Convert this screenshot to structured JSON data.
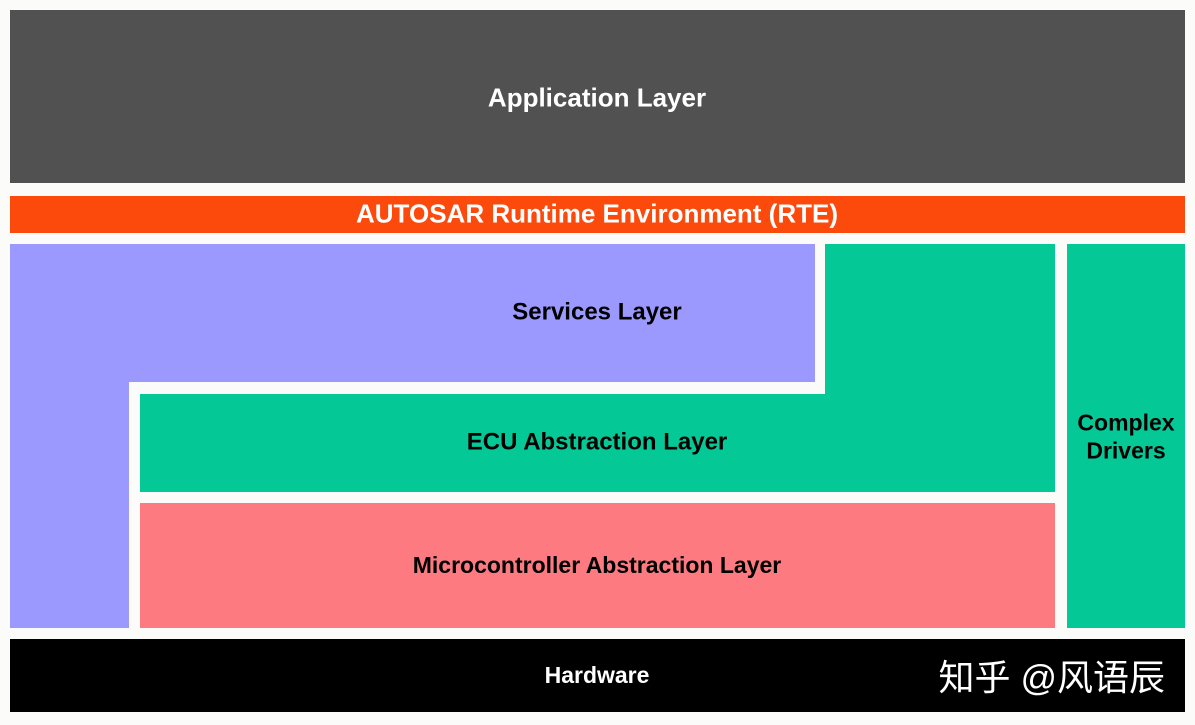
{
  "diagram": {
    "layers": {
      "application": {
        "label": "Application Layer",
        "bg": "#515151",
        "text_color": "#ffffff"
      },
      "rte": {
        "label": "AUTOSAR Runtime Environment (RTE)",
        "bg": "#fb4a0c",
        "text_color": "#ffffff"
      },
      "services": {
        "label": "Services Layer",
        "bg": "#9b99fd",
        "text_color": "#000000"
      },
      "ecu_abstraction": {
        "label": "ECU Abstraction Layer",
        "bg": "#04c997",
        "text_color": "#000000"
      },
      "mcal": {
        "label": "Microcontroller Abstraction Layer",
        "bg": "#fc7a80",
        "text_color": "#000000"
      },
      "complex_drivers": {
        "label": "Complex Drivers",
        "bg": "#04c997",
        "text_color": "#000000"
      },
      "hardware": {
        "label": "Hardware",
        "bg": "#000000",
        "text_color": "#ffffff"
      }
    },
    "watermark": "知乎 @风语辰",
    "background": "#fbfbf9"
  }
}
